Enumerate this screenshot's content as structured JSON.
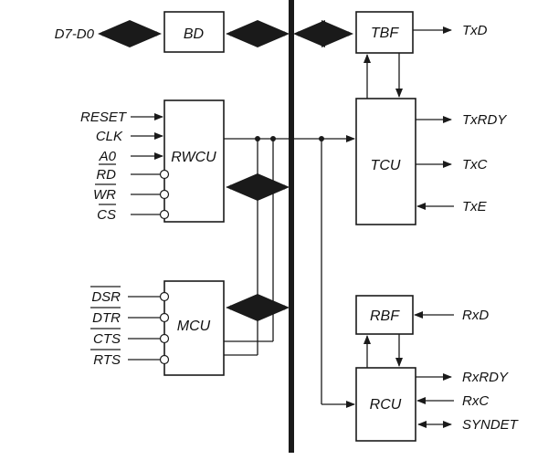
{
  "blocks": {
    "bd": "BD",
    "rwcu": "RWCU",
    "mcu": "MCU",
    "tbf": "TBF",
    "tcu": "TCU",
    "rbf": "RBF",
    "rcu": "RCU"
  },
  "signals": {
    "data_bus": "D7-D0",
    "reset": "RESET",
    "clk": "CLK",
    "a0": "A0",
    "rd": "RD",
    "wr": "WR",
    "cs": "CS",
    "dsr": "DSR",
    "dtr": "DTR",
    "cts": "CTS",
    "rts": "RTS",
    "txd": "TxD",
    "txrdy": "TxRDY",
    "txc": "TxC",
    "txe": "TxE",
    "rxd": "RxD",
    "rxrdy": "RxRDY",
    "rxc": "RxC",
    "syndet": "SYNDET"
  }
}
